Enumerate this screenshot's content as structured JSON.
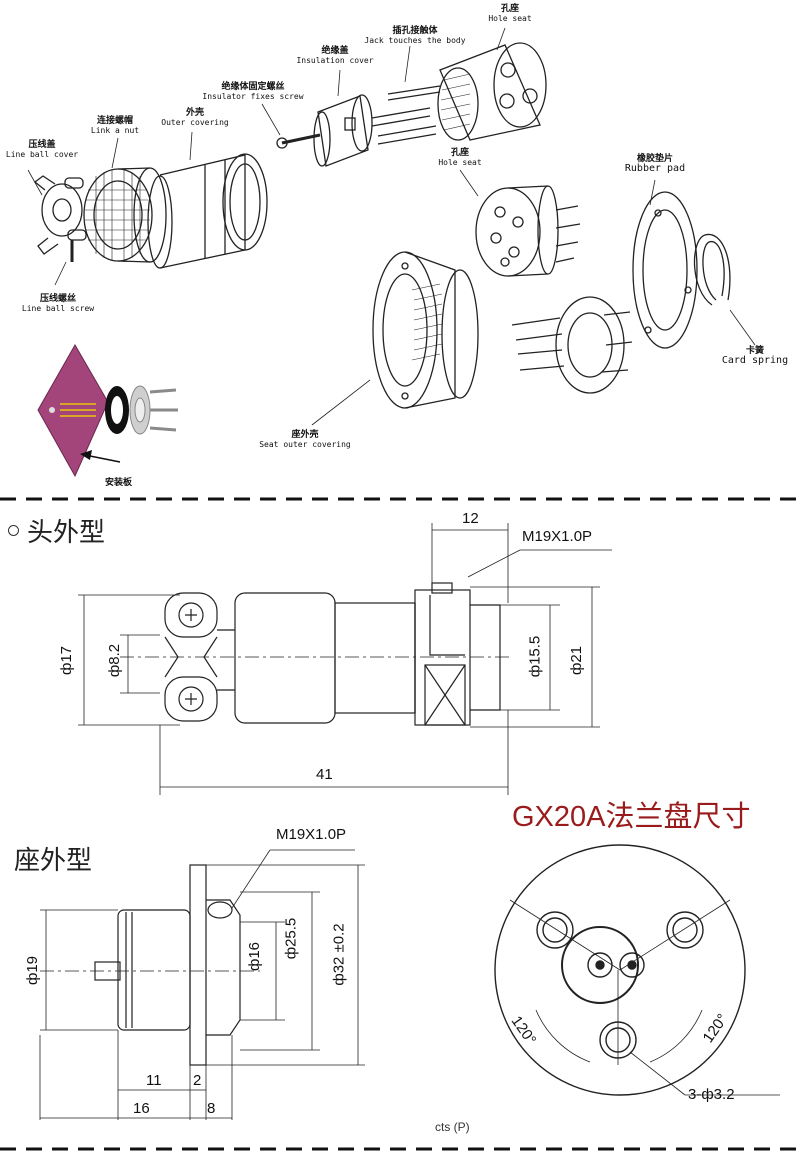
{
  "exploded": {
    "hole_seat_top": {
      "cn": "孔座",
      "en": "Hole seat"
    },
    "jack_contacts": {
      "cn": "插孔接触体",
      "en": "Jack touches the body"
    },
    "insulation_cover": {
      "cn": "绝缘盖",
      "en": "Insulation cover"
    },
    "insulator_screw": {
      "cn": "绝缘体固定螺丝",
      "en": "Insulator fixes screw"
    },
    "outer_covering": {
      "cn": "外壳",
      "en": "Outer covering"
    },
    "link_nut": {
      "cn": "连接螺帽",
      "en": "Link a nut"
    },
    "line_ball_cover": {
      "cn": "压线盖",
      "en": "Line ball cover"
    },
    "line_ball_screw": {
      "cn": "压线螺丝",
      "en": "Line ball screw"
    },
    "hole_seat_mid": {
      "cn": "孔座",
      "en": "Hole seat"
    },
    "rubber_pad": {
      "cn": "橡胶垫片",
      "en": "Rubber pad"
    },
    "card_spring": {
      "cn": "卡簧",
      "en": "Card spring"
    },
    "seat_outer": {
      "cn": "座外壳",
      "en": "Seat outer covering"
    },
    "mounting_plate": {
      "cn": "安装板"
    }
  },
  "plug_section": {
    "title": "头外型",
    "thread": "M19X1.0P",
    "dims": {
      "d17": "ф17",
      "d8_2": "ф8.2",
      "d15_5": "ф15.5",
      "d21": "ф21",
      "len41": "41",
      "len12": "12"
    }
  },
  "socket_section": {
    "title": "座外型",
    "thread": "M19X1.0P",
    "dims": {
      "d19": "ф19",
      "d16": "ф16",
      "d25_5": "ф25.5",
      "d32": "ф32 ±0.2",
      "len11": "11",
      "len2": "2",
      "len16": "16",
      "len8": "8"
    }
  },
  "flange": {
    "title": "GX20A法兰盘尺寸",
    "angle_left": "120°",
    "angle_right": "120°",
    "holes": "3-ф3.2",
    "footer": "cts (P)"
  },
  "colors": {
    "plate": "#a3457a",
    "title_red": "#9a1b1b"
  }
}
